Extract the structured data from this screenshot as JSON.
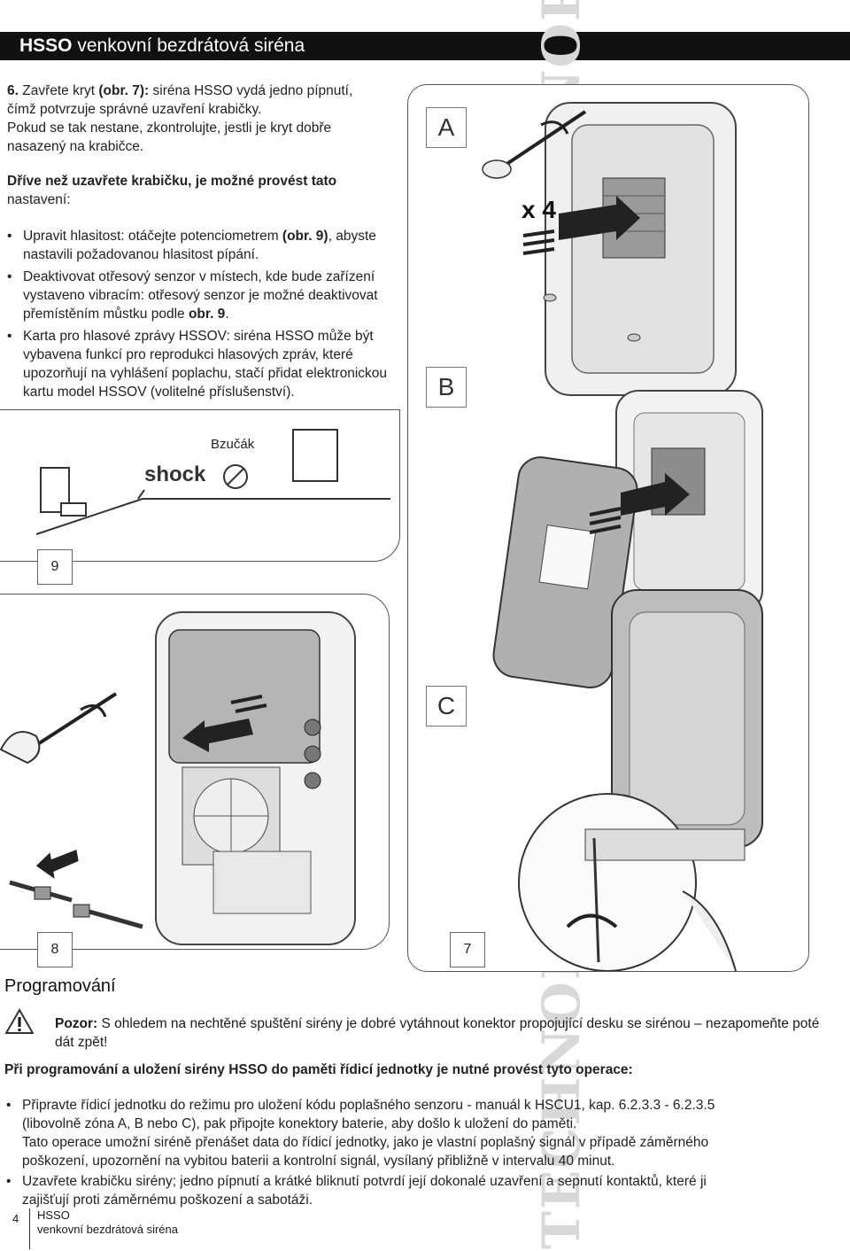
{
  "header": {
    "title_bold": "HSSO",
    "title_rest": " venkovní bezdrátová siréna"
  },
  "step6": {
    "number": "6.",
    "line1_a": "Zavřete kryt ",
    "line1_b": "(obr. 7):",
    "line1_c": " siréna HSSO vydá jedno pípnutí,",
    "line2": "čímž potvrzuje správné uzavření krabičky.",
    "line3": "Pokud se tak nestane, zkontrolujte, jestli je kryt dobře",
    "line4": "nasazený na krabičce."
  },
  "before_close": {
    "heading_bold": "Dříve než uzavřete krabičku, je možné provést tato",
    "heading_rest": "nastavení:"
  },
  "bullets": [
    {
      "a": "Upravit hlasitost: otáčejte potenciometrem ",
      "b": "(obr. 9)",
      "c": ", abyste nastavili požadovanou hlasitost pípání."
    },
    {
      "a": "Deaktivovat otřesový senzor v místech, kde bude zařízení vystaveno vibracím: otřesový senzor je možné deaktivovat přemístěním můstku podle ",
      "b": "obr. 9",
      "c": "."
    },
    {
      "a": "Karta pro hlasové zprávy HSSOV: siréna HSSO může být vybavena funkcí pro reprodukci hlasových zpráv, které upozorňují na vyhlášení poplachu, stačí přidat elektronickou kartu model HSSOV (volitelné příslušenství).",
      "b": "",
      "c": ""
    }
  ],
  "figures": {
    "label_a": "A",
    "label_b": "B",
    "label_c": "C",
    "x4": "x 4",
    "shock": "shock",
    "bzucak": "Bzučák",
    "fig9": "9",
    "fig8": "8",
    "fig7": "7"
  },
  "watermark": "TECHNOPARK",
  "registered": "®",
  "programming": {
    "title": "Programování",
    "warning_icon": "warning-triangle-icon",
    "warning_bold": "Pozor:",
    "warning_text": " S ohledem na nechtěné spuštění sirény je dobré vytáhnout konektor propojující desku se sirénou – nezapomeňte poté dát zpět!",
    "intro": "Při programování a uložení sirény HSSO do paměti řídicí jednotky je nutné provést tyto operace:",
    "item1_line1": "Připravte řídicí jednotku do režimu pro uložení kódu poplašného senzoru - manuál k HSCU1, kap. 6.2.3.3 - 6.2.3.5",
    "item1_line2": "(libovolně zóna A, B nebo C), pak připojte konektory baterie, aby došlo k uložení do paměti.",
    "item1_line3": "Tato operace umožní siréně přenášet data do řídicí jednotky, jako je vlastní poplašný signál v případě záměrného",
    "item1_line4": "poškození, upozornění na vybitou baterii a kontrolní signál, vysílaný přibližně v intervalu 40 minut.",
    "item2_line1": "Uzavřete krabičku sirény; jedno pípnutí a krátké bliknutí potvrdí její dokonalé uzavření a sepnutí kontaktů, které ji",
    "item2_line2": "zajišťují proti záměrnému poškození a sabotáži."
  },
  "footer": {
    "page": "4",
    "title1": "HSSO",
    "title2": "venkovní bezdrátová siréna"
  }
}
